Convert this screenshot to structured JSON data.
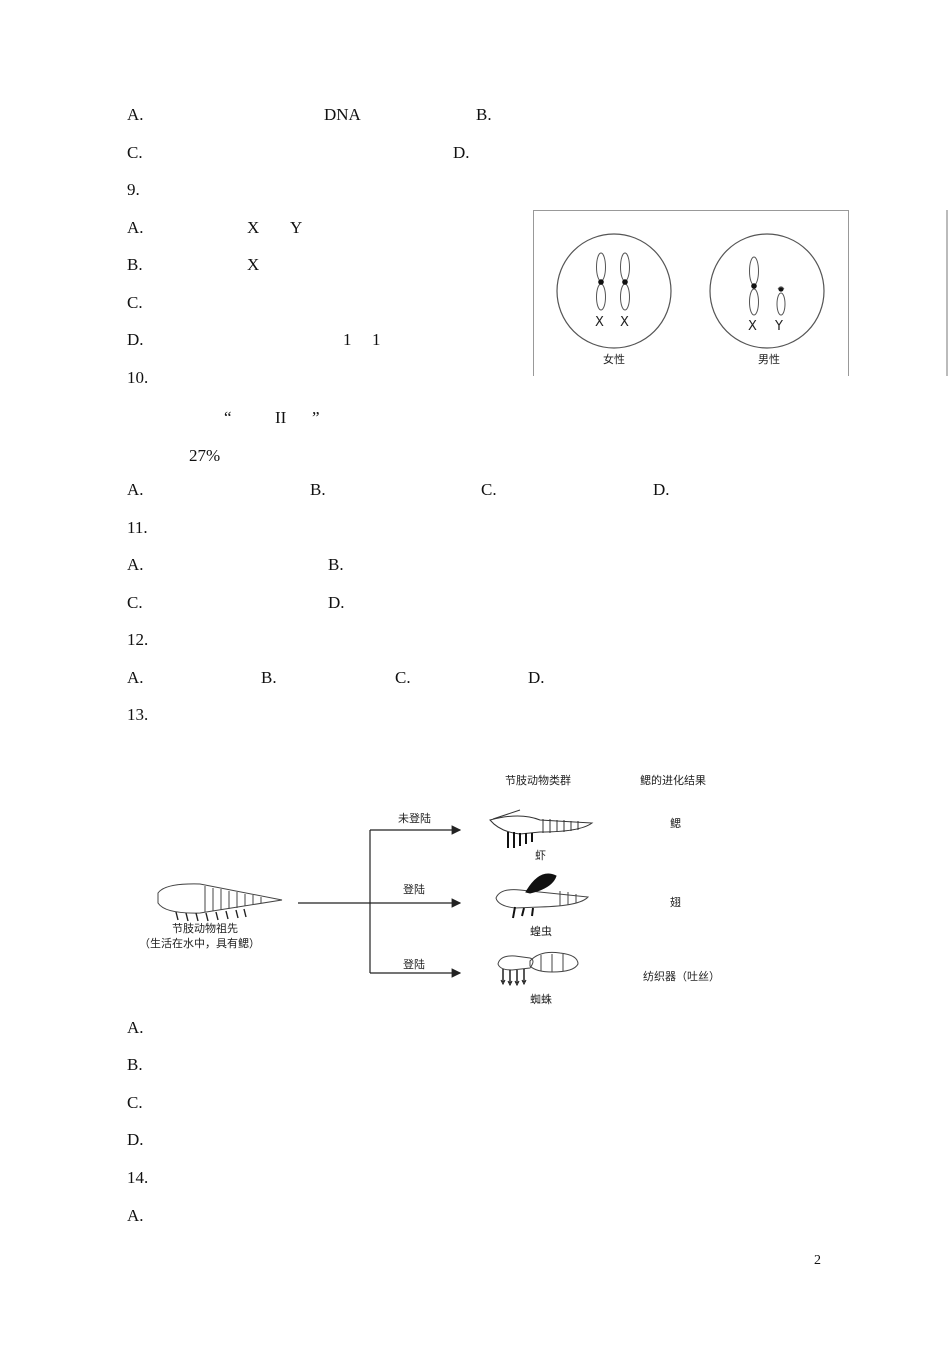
{
  "lines": [
    {
      "id": "q8-a",
      "text": "A."
    },
    {
      "id": "q8-a-dna",
      "text": "DNA"
    },
    {
      "id": "q8-b",
      "text": "B."
    },
    {
      "id": "q8-c",
      "text": "C."
    },
    {
      "id": "q8-d",
      "text": "D."
    },
    {
      "id": "q9",
      "text": "9."
    },
    {
      "id": "q9-a",
      "text": "A."
    },
    {
      "id": "q9-a-x",
      "text": "X"
    },
    {
      "id": "q9-a-y",
      "text": "Y"
    },
    {
      "id": "q9-b",
      "text": "B."
    },
    {
      "id": "q9-b-x",
      "text": "X"
    },
    {
      "id": "q9-c",
      "text": "C."
    },
    {
      "id": "q9-d",
      "text": "D."
    },
    {
      "id": "q9-d-1a",
      "text": "1"
    },
    {
      "id": "q9-d-1b",
      "text": "1"
    },
    {
      "id": "q10",
      "text": "10."
    },
    {
      "id": "q10-lq",
      "text": "“"
    },
    {
      "id": "q10-ii",
      "text": "II"
    },
    {
      "id": "q10-rq",
      "text": "”"
    },
    {
      "id": "q10-pct",
      "text": "27%"
    },
    {
      "id": "q10-a",
      "text": "A."
    },
    {
      "id": "q10-b",
      "text": "B."
    },
    {
      "id": "q10-c",
      "text": "C."
    },
    {
      "id": "q10-d",
      "text": "D."
    },
    {
      "id": "q11",
      "text": "11."
    },
    {
      "id": "q11-a",
      "text": "A."
    },
    {
      "id": "q11-b",
      "text": "B."
    },
    {
      "id": "q11-c",
      "text": "C."
    },
    {
      "id": "q11-d",
      "text": "D."
    },
    {
      "id": "q12",
      "text": "12."
    },
    {
      "id": "q12-a",
      "text": "A."
    },
    {
      "id": "q12-b",
      "text": "B."
    },
    {
      "id": "q12-c",
      "text": "C."
    },
    {
      "id": "q12-d",
      "text": "D."
    },
    {
      "id": "q13",
      "text": "13."
    },
    {
      "id": "q13-a",
      "text": "A."
    },
    {
      "id": "q13-b",
      "text": "B."
    },
    {
      "id": "q13-c",
      "text": "C."
    },
    {
      "id": "q13-d",
      "text": "D."
    },
    {
      "id": "q14",
      "text": "14."
    },
    {
      "id": "q14-a",
      "text": "A."
    }
  ],
  "chromosome_figure": {
    "female": {
      "label": "女性",
      "chromosomes": [
        "X",
        "X"
      ]
    },
    "male": {
      "label": "男性",
      "chromosomes": [
        "X",
        "Y"
      ]
    }
  },
  "evolution_figure": {
    "col_group": "节肢动物类群",
    "col_result": "鳃的进化结果",
    "ancestor_line1": "节肢动物祖先",
    "ancestor_line2": "（生活在水中，具有鳃）",
    "branches": [
      {
        "path": "未登陆",
        "animal": "虾",
        "result": "鳃"
      },
      {
        "path": "登陆",
        "animal": "蝗虫",
        "result": "翅"
      },
      {
        "path": "登陆",
        "animal": "蜘蛛",
        "result": "纺织器（吐丝）"
      }
    ]
  },
  "page_number": "2"
}
